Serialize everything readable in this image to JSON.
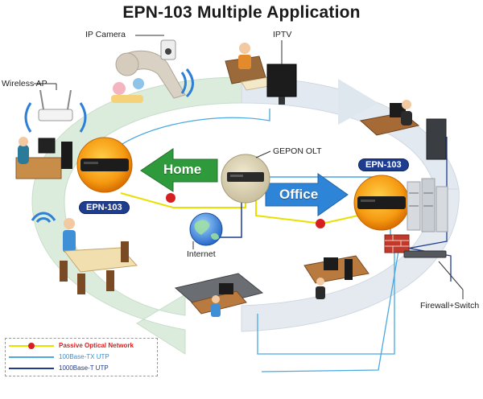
{
  "title": "EPN-103 Multiple Application",
  "labels": {
    "ip_camera": "IP Camera",
    "iptv": "IPTV",
    "wireless_ap": "Wireless AP",
    "gepon_olt": "GEPON OLT",
    "internet": "Internet",
    "firewall_switch": "Firewall+Switch"
  },
  "arrows": {
    "home": "Home",
    "office": "Office"
  },
  "badges": {
    "left": "EPN-103",
    "right": "EPN-103"
  },
  "legend": [
    {
      "label": "Passive Optical Network",
      "color": "#e8e000",
      "text_color": "#d62020"
    },
    {
      "label": "100Base-TX UTP",
      "color": "#49a9e0",
      "text_color": "#3a8fd0"
    },
    {
      "label": "1000Base-T UTP",
      "color": "#1e3d8f",
      "text_color": "#1e3d8f"
    }
  ],
  "colors": {
    "home_arrow": "#2f9a3c",
    "office_arrow": "#2e84d6",
    "ring": "#dfeee0",
    "pon_line": "#e8e000",
    "tx_line": "#49a9e0",
    "t_line": "#1e3d8f",
    "epn_ring": "#f08a10"
  }
}
